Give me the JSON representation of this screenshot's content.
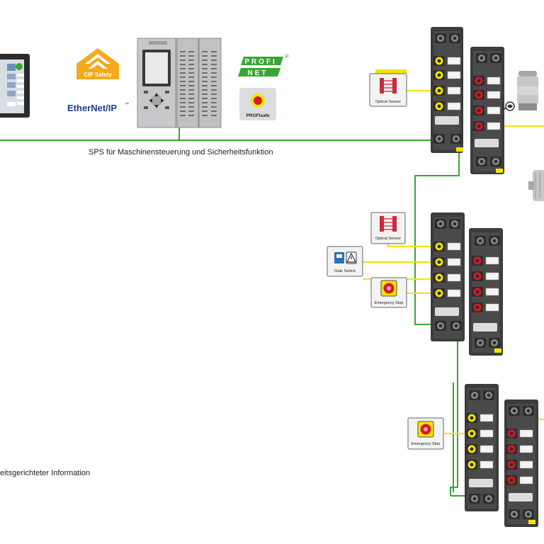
{
  "colors": {
    "network": "#3aa535",
    "signal": "#f4e300",
    "safety_red": "#d71920",
    "module_dark": "#3c3c3c",
    "module_light": "#eaeaea",
    "brand_orange": "#f7a81b",
    "profinet_green": "#3aa535",
    "profibus_blue": "#1d3f8f"
  },
  "captions": {
    "plc": "SPS für Maschinensteuerung und Sicherheitsfunktion",
    "info": "eitsgerichteter Information"
  },
  "logos": {
    "cip_safety": "CIP Safety",
    "ethernet_ip": "EtherNet/IP",
    "ethernet_ip_tm": "™",
    "profinet_top": "PROFI",
    "profinet_bottom": "NET",
    "registered": "®",
    "profisafe": "PROFIsafe"
  },
  "devices": {
    "optical_sensor_1": "Optical Sensor",
    "optical_sensor_2": "Optical Sensor",
    "gate_switch": "Gate Switch",
    "emergency_stop_1": "Emergency Stop",
    "emergency_stop_2": "Emergency Stop"
  },
  "icons": {
    "hmi": "hmi-panel-icon",
    "plc": "plc-controller-icon",
    "stack_light": "stack-light-icon",
    "motor": "motor-icon",
    "optical_sensor": "light-curtain-icon",
    "gate_switch": "gate-switch-icon",
    "emergency_stop": "emergency-stop-icon"
  }
}
